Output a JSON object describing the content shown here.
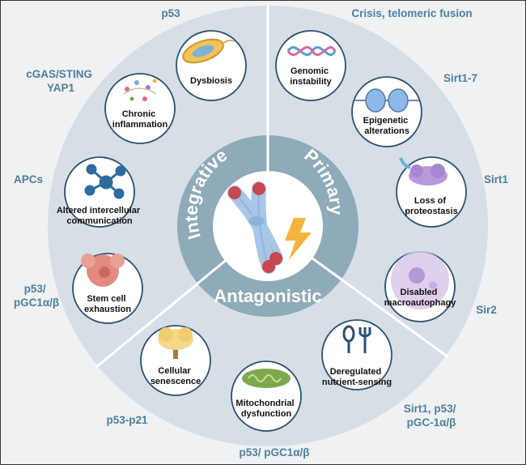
{
  "diagram": {
    "center": {
      "sectors": [
        "Integrative",
        "Primary",
        "Antagonistic"
      ]
    },
    "hallmarks": [
      {
        "id": "dysbiosis",
        "lines": [
          "Dysbiosis"
        ],
        "icon": "bacterium-icon"
      },
      {
        "id": "genomic-instability",
        "lines": [
          "Genomic",
          "instability"
        ],
        "icon": "dna-helix-icon"
      },
      {
        "id": "epigenetic-alterations",
        "lines": [
          "Epigenetic",
          "alterations"
        ],
        "icon": "nucleosome-icon"
      },
      {
        "id": "loss-of-proteostasis",
        "lines": [
          "Loss of",
          "proteostasis"
        ],
        "icon": "protein-aggregate-icon"
      },
      {
        "id": "disabled-macroautophagy",
        "lines": [
          "Disabled",
          "macroautophagy"
        ],
        "icon": "cell-icon"
      },
      {
        "id": "deregulated-nutrient-sensing",
        "lines": [
          "Deregulated",
          "nutrient-sensing"
        ],
        "icon": "spoon-fork-icon"
      },
      {
        "id": "mitochondrial-dysfunction",
        "lines": [
          "Mitochondrial",
          "dysfunction"
        ],
        "icon": "mitochondrion-icon"
      },
      {
        "id": "cellular-senescence",
        "lines": [
          "Cellular",
          "senescence"
        ],
        "icon": "tree-icon"
      },
      {
        "id": "stem-cell-exhaustion",
        "lines": [
          "Stem cell",
          "exhaustion"
        ],
        "icon": "stem-cell-icon"
      },
      {
        "id": "altered-intercellular-communication",
        "lines": [
          "Altered intercellular",
          "communication"
        ],
        "icon": "network-icon"
      },
      {
        "id": "chronic-inflammation",
        "lines": [
          "Chronic",
          "inflammation"
        ],
        "icon": "cytokine-cloud-icon"
      }
    ],
    "outer_labels": [
      {
        "id": "p53-top",
        "lines": [
          "p53"
        ]
      },
      {
        "id": "crisis",
        "lines": [
          "Crisis, telomeric fusion"
        ]
      },
      {
        "id": "sirt1-7",
        "lines": [
          "Sirt1-7"
        ]
      },
      {
        "id": "sirt1",
        "lines": [
          "Sirt1"
        ]
      },
      {
        "id": "sir2",
        "lines": [
          "Sir2"
        ]
      },
      {
        "id": "sirt1-p53",
        "lines": [
          "Sirt1, p53/",
          "pGC-1α/β"
        ]
      },
      {
        "id": "p53-pgc-bottom",
        "lines": [
          "p53/ pGC1α/β"
        ]
      },
      {
        "id": "p53-p21",
        "lines": [
          "p53-p21"
        ]
      },
      {
        "id": "p53-pgc-left",
        "lines": [
          "p53/",
          "pGC1α/β"
        ]
      },
      {
        "id": "apcs",
        "lines": [
          "APCs"
        ]
      },
      {
        "id": "cgas",
        "lines": [
          "cGAS/STING",
          "YAP1"
        ]
      }
    ],
    "colors": {
      "background": "#f0f1f3",
      "outer_ring": "#d6dfe6",
      "center_ring": "#8faab8",
      "accent_text": "#4e7f9e",
      "chromosome": "#a8c7e6",
      "telomere": "#c8464f",
      "lightning": "#f4b33c"
    }
  }
}
